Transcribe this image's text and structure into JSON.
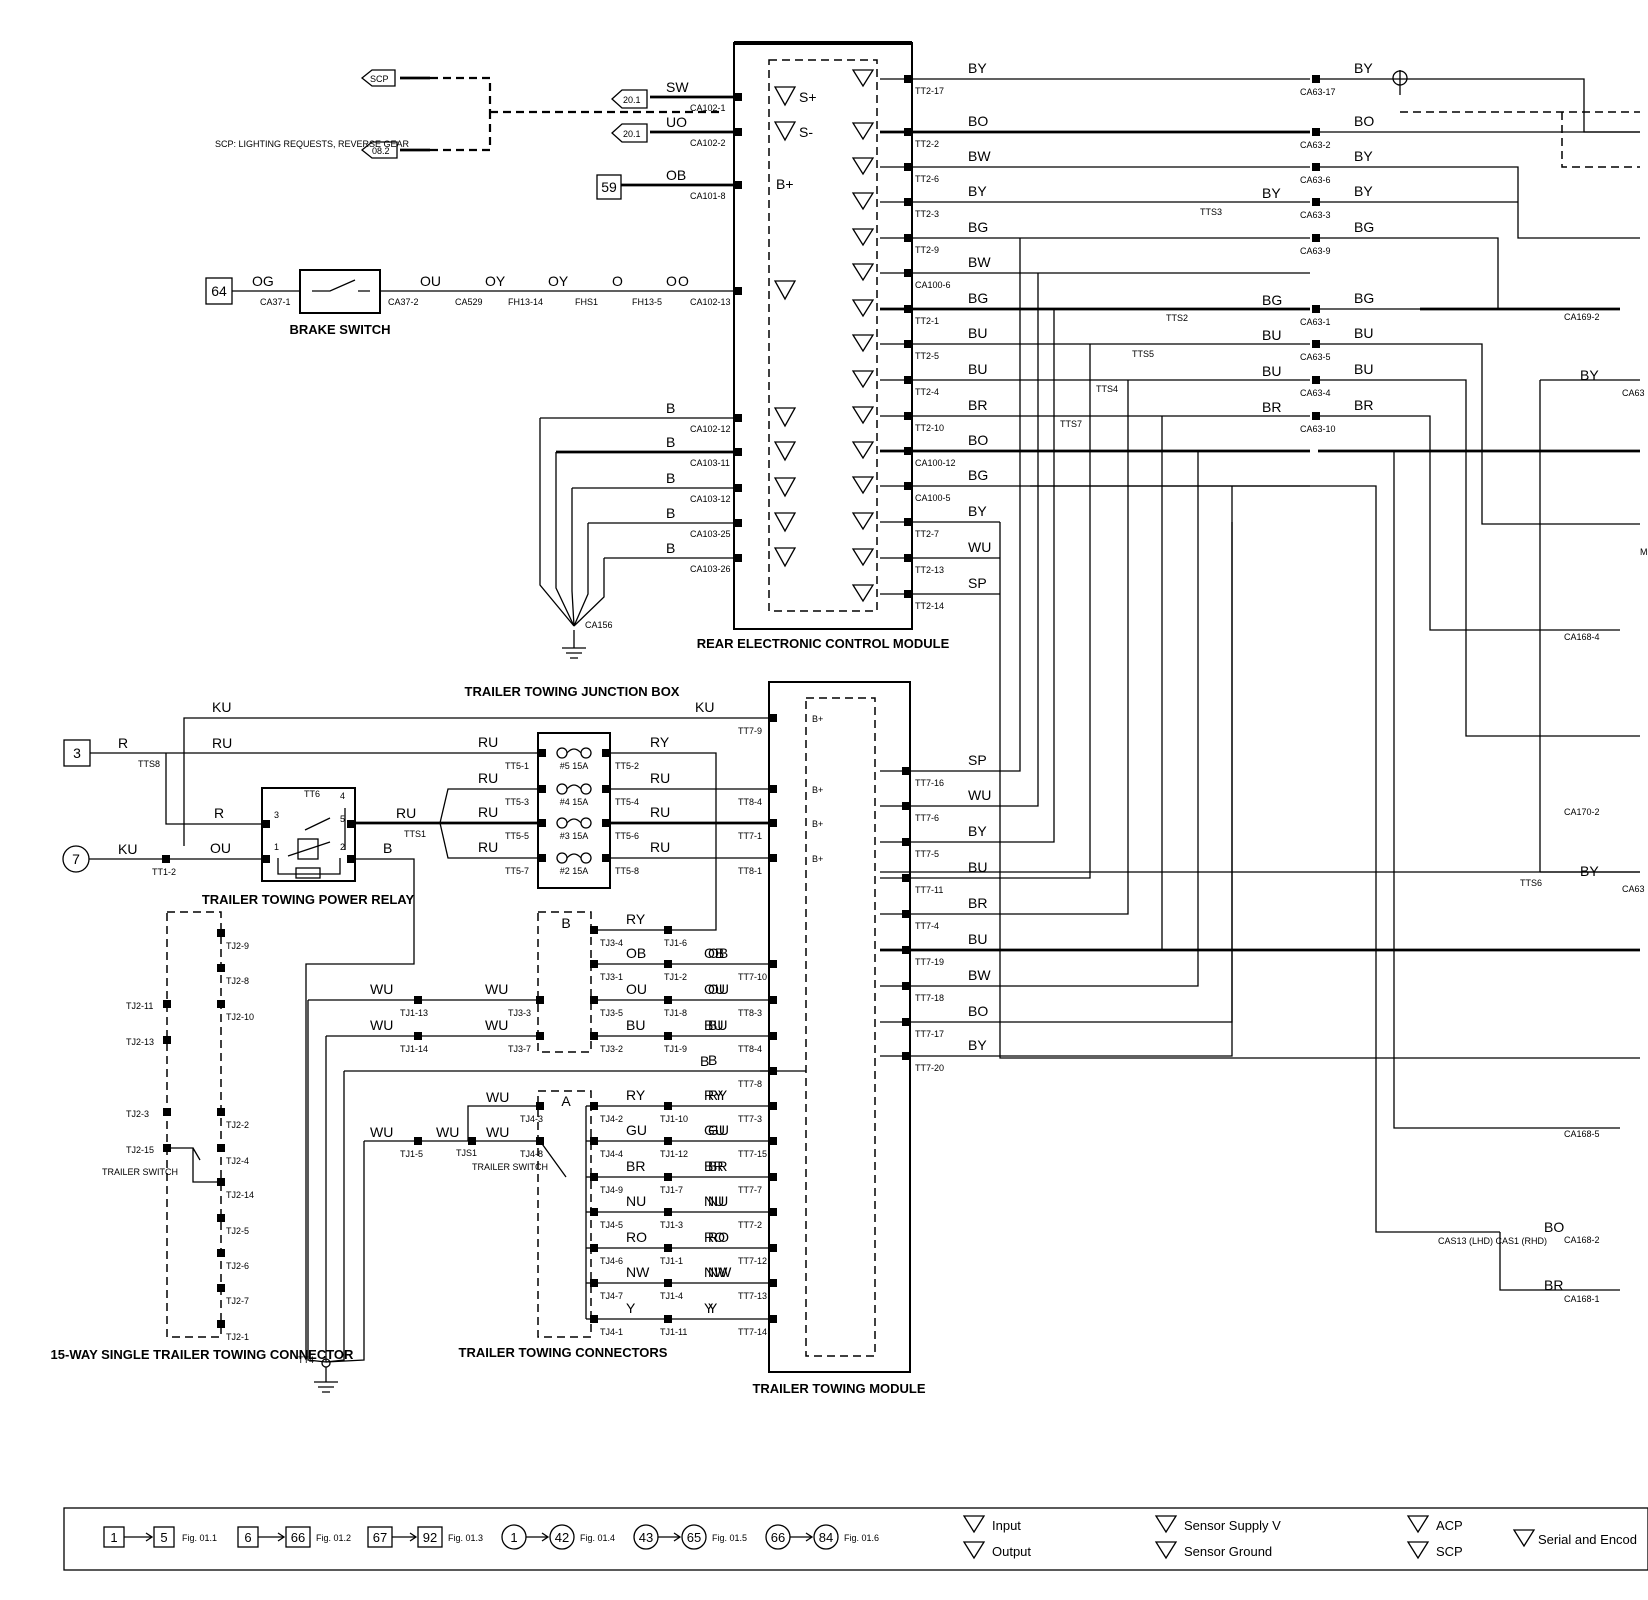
{
  "modules": {
    "rear_ecm": "REAR ELECTRONIC CONTROL MODULE",
    "ttm": "TRAILER TOWING MODULE",
    "jbox": "TRAILER TOWING JUNCTION BOX",
    "relay": "TRAILER TOWING POWER RELAY",
    "brake_switch": "BRAKE SWITCH",
    "connector15": "15-WAY SINGLE TRAILER TOWING CONNECTOR",
    "connectors": "TRAILER TOWING CONNECTORS",
    "trailer_switch": "TRAILER SWITCH"
  },
  "refs": {
    "scp": "SCP",
    "r201a": "20.1",
    "r201b": "20.1",
    "r082": "08.2",
    "b59": "59",
    "b64": "64",
    "b3": "3",
    "c7": "7",
    "scp_note": "SCP: LIGHTING REQUESTS, REVERSE GEAR"
  },
  "ecm_left": [
    {
      "wire": "SW",
      "conn": "CA102-1",
      "sym": "S+"
    },
    {
      "wire": "UO",
      "conn": "CA102-2",
      "sym": "S-"
    },
    {
      "wire": "OB",
      "conn": "CA101-8",
      "sym": "B+"
    },
    {
      "wire": "O",
      "conn": "CA102-13",
      "sym": "I"
    },
    {
      "wire": "B",
      "conn": "CA102-12",
      "sym": "I"
    },
    {
      "wire": "B",
      "conn": "CA103-11",
      "sym": "I"
    },
    {
      "wire": "B",
      "conn": "CA103-12",
      "sym": "I"
    },
    {
      "wire": "B",
      "conn": "CA103-25",
      "sym": "I"
    },
    {
      "wire": "B",
      "conn": "CA103-26",
      "sym": "I"
    }
  ],
  "ground_ca156": "CA156",
  "brake_chain": {
    "wires": [
      "OG",
      "OU",
      "OY",
      "OY",
      "O",
      "O"
    ],
    "conns": [
      "CA37-1",
      "CA37-2",
      "CA529",
      "FH13-14",
      "FHS1",
      "FH13-5"
    ]
  },
  "ecm_right": [
    {
      "wire": "BY",
      "conn": "TT2-17"
    },
    {
      "wire": "BO",
      "conn": "TT2-2"
    },
    {
      "wire": "BW",
      "conn": "TT2-6"
    },
    {
      "wire": "BY",
      "conn": "TT2-3"
    },
    {
      "wire": "BG",
      "conn": "TT2-9"
    },
    {
      "wire": "BW",
      "conn": "CA100-6"
    },
    {
      "wire": "BG",
      "conn": "TT2-1"
    },
    {
      "wire": "BU",
      "conn": "TT2-5"
    },
    {
      "wire": "BU",
      "conn": "TT2-4"
    },
    {
      "wire": "BR",
      "conn": "TT2-10"
    },
    {
      "wire": "BO",
      "conn": "CA100-12"
    },
    {
      "wire": "BG",
      "conn": "CA100-5"
    },
    {
      "wire": "BY",
      "conn": "TT2-7"
    },
    {
      "wire": "WU",
      "conn": "TT2-13"
    },
    {
      "wire": "SP",
      "conn": "TT2-14"
    }
  ],
  "ca63": [
    {
      "conn": "CA63-17",
      "wire": "BY"
    },
    {
      "conn": "CA63-2",
      "wire": "BO"
    },
    {
      "conn": "CA63-6",
      "wire": "BY"
    },
    {
      "conn": "CA63-3",
      "wire": "BY"
    },
    {
      "conn": "CA63-9",
      "wire": "BG"
    },
    {
      "conn": "CA63-1",
      "wire": "BG"
    },
    {
      "conn": "CA63-5",
      "wire": "BU"
    },
    {
      "conn": "CA63-4",
      "wire": "BU"
    },
    {
      "conn": "CA63-10",
      "wire": "BR"
    }
  ],
  "mid_wires": {
    "w3": "BY",
    "w6": "BG",
    "w7": "BU",
    "w8": "BU",
    "w9": "BR"
  },
  "splices": {
    "tts3": "TTS3",
    "tts2": "TTS2",
    "tts5": "TTS5",
    "tts4": "TTS4",
    "tts7": "TTS7",
    "tts6": "TTS6",
    "tts8": "TTS8",
    "tts1": "TTS1",
    "tjs1": "TJS1"
  },
  "far_right": {
    "ca169_2": "CA169-2",
    "ca168_4": "CA168-4",
    "ca170_2": "CA170-2",
    "ca168_5": "CA168-5",
    "ca168_2": "CA168-2",
    "ca168_1": "CA168-1",
    "by1": "BY",
    "by2": "BY",
    "ca63a": "CA63",
    "ca63b": "CA63",
    "bo": "BO",
    "br": "BR",
    "cas": "CAS13 (LHD) CAS1 (RHD)",
    "m": "M"
  },
  "ttm_right": [
    {
      "wire": "SP",
      "conn": "TT7-16"
    },
    {
      "wire": "WU",
      "conn": "TT7-6"
    },
    {
      "wire": "BY",
      "conn": "TT7-5"
    },
    {
      "wire": "BU",
      "conn": "TT7-11"
    },
    {
      "wire": "BR",
      "conn": "TT7-4"
    },
    {
      "wire": "BU",
      "conn": "TT7-19"
    },
    {
      "wire": "BW",
      "conn": "TT7-18"
    },
    {
      "wire": "BO",
      "conn": "TT7-17"
    },
    {
      "wire": "BY",
      "conn": "TT7-20"
    }
  ],
  "ttm_left": [
    {
      "conn": "TT7-9",
      "sym": "B+",
      "wire": "KU"
    },
    {
      "conn": "TT8-4",
      "sym": "B+",
      "wire": "RU"
    },
    {
      "conn": "TT7-1",
      "sym": "B+",
      "wire": "RU"
    },
    {
      "conn": "TT8-1",
      "sym": "B+",
      "wire": "RU"
    },
    {
      "conn": "TT7-10",
      "wire": "OB"
    },
    {
      "conn": "TT8-3",
      "wire": "OU"
    },
    {
      "conn": "TT8-4",
      "wire": "BU"
    },
    {
      "conn": "TT7-8",
      "wire": "B"
    },
    {
      "conn": "TT7-3",
      "wire": "RY"
    },
    {
      "conn": "TT7-15",
      "wire": "GU"
    },
    {
      "conn": "TT7-7",
      "wire": "BR"
    },
    {
      "conn": "TT7-2",
      "wire": "NU"
    },
    {
      "conn": "TT7-12",
      "wire": "RO"
    },
    {
      "conn": "TT7-13",
      "wire": "NW"
    },
    {
      "conn": "TT7-14",
      "wire": "Y"
    }
  ],
  "jbox_rows": [
    {
      "in": "TT5-1",
      "fuse": "#5 15A",
      "out": "TT5-2",
      "win": "RU",
      "wout": "RY"
    },
    {
      "in": "TT5-3",
      "fuse": "#4 15A",
      "out": "TT5-4",
      "win": "RU",
      "wout": "RU"
    },
    {
      "in": "TT5-5",
      "fuse": "#3 15A",
      "out": "TT5-6",
      "win": "RU",
      "wout": "RU"
    },
    {
      "in": "TT5-7",
      "fuse": "#2 15A",
      "out": "TT5-8",
      "win": "RU",
      "wout": "RU"
    }
  ],
  "relay": {
    "tt6": "TT6",
    "p1": "1",
    "p2": "2",
    "p3": "3",
    "p4": "4",
    "p5": "5",
    "w_r": "R",
    "w_ou": "OU",
    "w_b": "B",
    "w_ru": "RU"
  },
  "left_feed": {
    "w_ku_top": "KU",
    "w_r": "R",
    "w_ru": "RU",
    "w_ku": "KU",
    "tt1_2": "TT1-2"
  },
  "conn_b": {
    "label": "B",
    "rows": [
      {
        "tj3": "TJ3-4",
        "tj1": "TJ1-6",
        "wire": "RY"
      },
      {
        "tj3": "TJ3-1",
        "tj1": "TJ1-2",
        "wire": "OB"
      },
      {
        "tj3": "TJ3-5",
        "tj1": "TJ1-8",
        "wire": "OU"
      },
      {
        "tj3": "TJ3-2",
        "tj1": "TJ1-9",
        "wire": "BU"
      }
    ],
    "wu_rows": [
      {
        "tj1": "TJ1-13",
        "tj3": "TJ3-3",
        "w": "WU"
      },
      {
        "tj1": "TJ1-14",
        "tj3": "TJ3-7",
        "w": "WU"
      }
    ]
  },
  "conn_a": {
    "label": "A",
    "rows": [
      {
        "tj4": "TJ4-2",
        "tj1": "TJ1-10",
        "wire": "RY"
      },
      {
        "tj4": "TJ4-4",
        "tj1": "TJ1-12",
        "wire": "GU"
      },
      {
        "tj4": "TJ4-9",
        "tj1": "TJ1-7",
        "wire": "BR"
      },
      {
        "tj4": "TJ4-5",
        "tj1": "TJ1-3",
        "wire": "NU"
      },
      {
        "tj4": "TJ4-6",
        "tj1": "TJ1-1",
        "wire": "RO"
      },
      {
        "tj4": "TJ4-7",
        "tj1": "TJ1-4",
        "wire": "NW"
      },
      {
        "tj4": "TJ4-1",
        "tj1": "TJ1-11",
        "wire": "Y"
      }
    ],
    "wu": {
      "tj4_3": "TJ4-3",
      "tj4_8": "TJ4-8",
      "tj1_5": "TJ1-5",
      "w1": "WU",
      "w2": "WU",
      "w3": "WU",
      "w4": "WU"
    }
  },
  "tj2": {
    "right": [
      "TJ2-9",
      "TJ2-8",
      "TJ2-10",
      "TJ2-2",
      "TJ2-4",
      "TJ2-14",
      "TJ2-5",
      "TJ2-6",
      "TJ2-7",
      "TJ2-1"
    ],
    "left": [
      "TJ2-11",
      "TJ2-13",
      "TJ2-3",
      "TJ2-15"
    ]
  },
  "ground_tt4": "TT4",
  "legend": {
    "r1a": "1",
    "r1b": "5",
    "f1": "Fig. 01.1",
    "r2a": "6",
    "r2b": "66",
    "f2": "Fig. 01.2",
    "r3a": "67",
    "r3b": "92",
    "f3": "Fig. 01.3",
    "r4a": "1",
    "r4b": "42",
    "f4": "Fig. 01.4",
    "r5a": "43",
    "r5b": "65",
    "f5": "Fig. 01.5",
    "r6a": "66",
    "r6b": "84",
    "f6": "Fig. 01.6",
    "input": "Input",
    "output": "Output",
    "ssv": "Sensor Supply V",
    "sg": "Sensor Ground",
    "acp": "ACP",
    "scp": "SCP",
    "serial": "Serial and Encod"
  }
}
